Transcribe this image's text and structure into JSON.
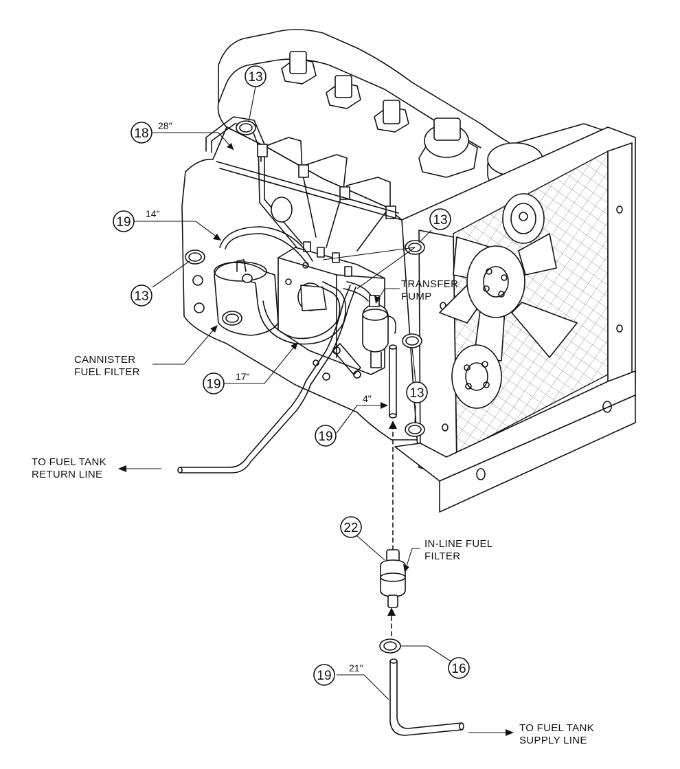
{
  "callouts": [
    {
      "id": "c13a",
      "number": "13"
    },
    {
      "id": "c18",
      "number": "18"
    },
    {
      "id": "c19a",
      "number": "19"
    },
    {
      "id": "c13b",
      "number": "13"
    },
    {
      "id": "c13c",
      "number": "13"
    },
    {
      "id": "c19b",
      "number": "19"
    },
    {
      "id": "c13d",
      "number": "13"
    },
    {
      "id": "c19c",
      "number": "19"
    },
    {
      "id": "c22",
      "number": "22"
    },
    {
      "id": "c16",
      "number": "16"
    },
    {
      "id": "c19d",
      "number": "19"
    }
  ],
  "lengths": {
    "len_28": "28\"",
    "len_14": "14\"",
    "len_17": "17\"",
    "len_4": "4\"",
    "len_21": "21\""
  },
  "labels": {
    "transfer_pump_1": "TRANSFER",
    "transfer_pump_2": "PUMP",
    "cannister_1": "CANNISTER",
    "cannister_2": "FUEL FILTER",
    "return_1": "TO FUEL TANK",
    "return_2": "RETURN LINE",
    "inline_1": "IN-LINE FUEL",
    "inline_2": "FILTER",
    "supply_1": "TO FUEL TANK",
    "supply_2": "SUPPLY LINE"
  }
}
